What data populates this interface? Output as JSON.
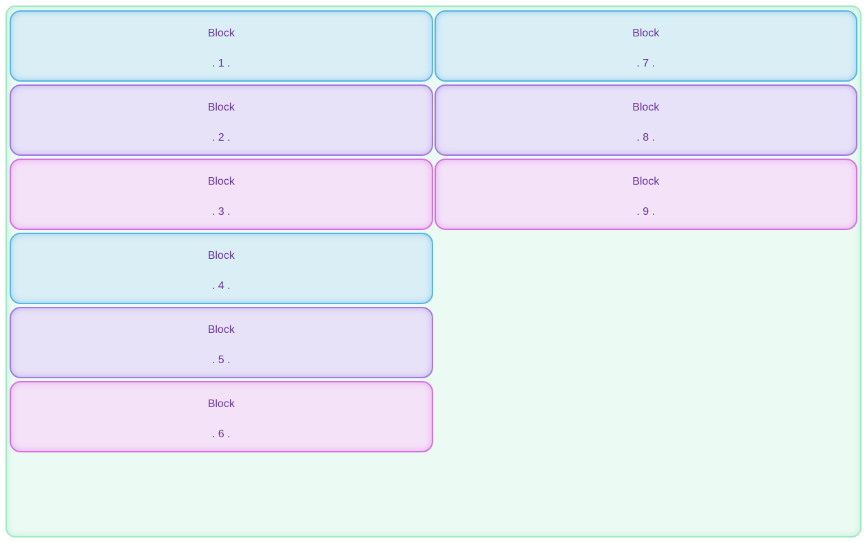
{
  "blocks": [
    {
      "label": "Block",
      "number": ". 1 .",
      "variant": "blue"
    },
    {
      "label": "Block",
      "number": ". 2 .",
      "variant": "lavender"
    },
    {
      "label": "Block",
      "number": ". 3 .",
      "variant": "pink"
    },
    {
      "label": "Block",
      "number": ". 4 .",
      "variant": "blue"
    },
    {
      "label": "Block",
      "number": ". 5 .",
      "variant": "lavender"
    },
    {
      "label": "Block",
      "number": ". 6 .",
      "variant": "pink"
    },
    {
      "label": "Block",
      "number": ". 7 .",
      "variant": "blue"
    },
    {
      "label": "Block",
      "number": ". 8 .",
      "variant": "lavender"
    },
    {
      "label": "Block",
      "number": ". 9 .",
      "variant": "pink"
    }
  ],
  "colors": {
    "mint-border": "#9fe9c5",
    "mint-bg": "#ebfaf3",
    "blue-border": "#58b6e6",
    "blue-bg": "#daeef6",
    "lavender-border": "#a279e2",
    "lavender-bg": "#e7e2f8",
    "pink-border": "#d96fe2",
    "pink-bg": "#f4e2f8",
    "text-purple": "#663399"
  }
}
